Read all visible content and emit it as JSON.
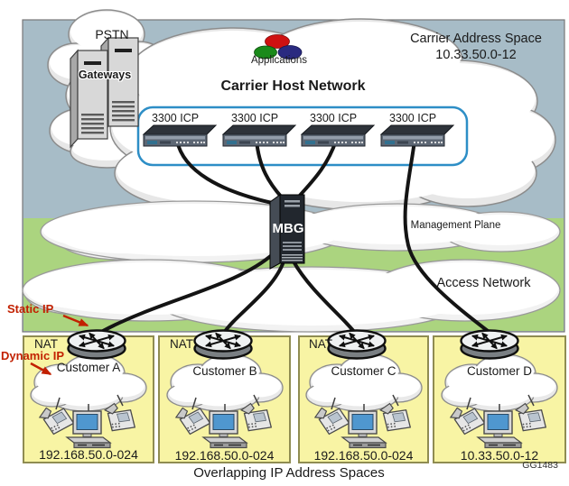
{
  "pstn": {
    "label": "PSTN",
    "gateways_label": "Gateways"
  },
  "carrier": {
    "address_space_line1": "Carrier Address Space",
    "address_space_line2": "10.33.50.0-12",
    "applications_label": "Applications",
    "host_network_label": "Carrier Host Network",
    "icp_labels": [
      "3300 ICP",
      "3300 ICP",
      "3300 ICP",
      "3300 ICP"
    ]
  },
  "core": {
    "mbg_label": "MBG",
    "management_plane_label": "Management Plane",
    "access_network_label": "Access Network"
  },
  "annotations": {
    "static_ip_label": "Static IP",
    "dynamic_ip_label": "Dynamic IP"
  },
  "customers": [
    {
      "nat_label": "NAT",
      "name": "Customer A",
      "ip": "192.168.50.0-024"
    },
    {
      "nat_label": "NAT",
      "name": "Customer B",
      "ip": "192.168.50.0-024"
    },
    {
      "nat_label": "NAT",
      "name": "Customer C",
      "ip": "192.168.50.0-024"
    },
    {
      "name": "Customer D",
      "ip": "10.33.50.0-12"
    }
  ],
  "footer": {
    "caption": "Overlapping IP Address Spaces",
    "figure_id": "GG1483"
  },
  "colors": {
    "carrier_bg": "#a7bcc7",
    "access_bg": "#abd47f",
    "customer_bg": "#f8f4a4",
    "customer_border": "#8f8c52",
    "icp_border": "#2d8ec6",
    "annotation_red": "#c22000",
    "line_black": "#141414"
  }
}
